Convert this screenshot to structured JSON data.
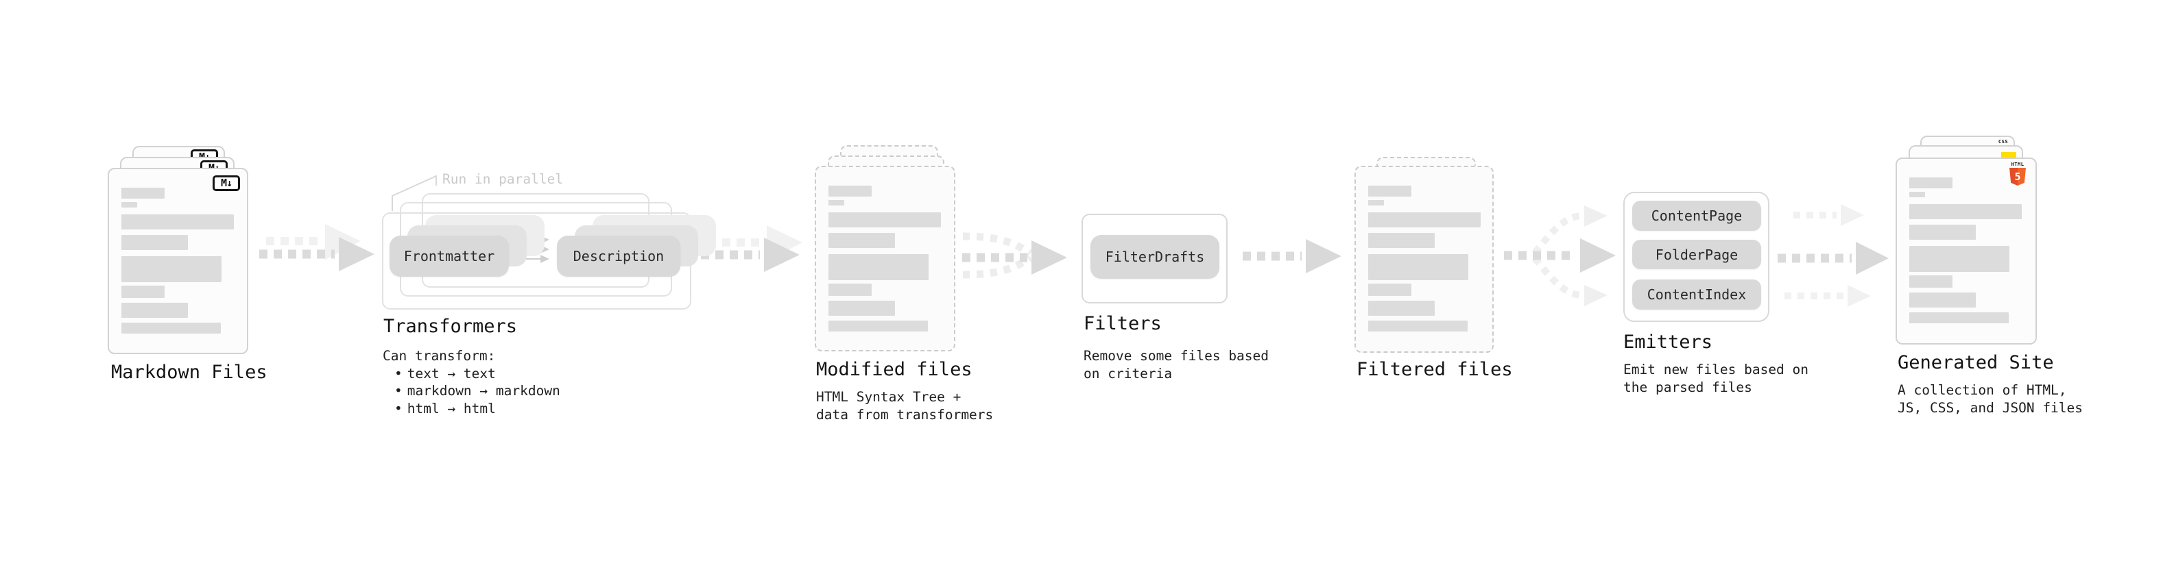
{
  "ui": {
    "bullet": "•"
  },
  "colors": {
    "html5_orange": "#e44d26",
    "html5_orange_light": "#f16529",
    "js_yellow": "#ffdd00",
    "css_blue": "#2965f1",
    "arrow_gray": "#dbdbdb",
    "arrow_light": "#f1f1f1",
    "pill_gray": "#d9d9d9",
    "bar_gray": "#dcdcdc",
    "note_gray": "#c9c9c9"
  },
  "stages": {
    "markdown": {
      "title": "Markdown Files",
      "badge": "M↓"
    },
    "transformers": {
      "title": "Transformers",
      "note": "Run in parallel",
      "pills": [
        "Frontmatter",
        "Description"
      ],
      "desc_heading": "Can transform:",
      "bullets": [
        "text → text",
        "markdown → markdown",
        "html → html"
      ]
    },
    "modified": {
      "title": "Modified files",
      "desc": [
        "HTML Syntax Tree +",
        "data from transformers"
      ]
    },
    "filters": {
      "title": "Filters",
      "pill": "FilterDrafts",
      "desc": [
        "Remove some files based",
        "on criteria"
      ]
    },
    "filtered": {
      "title": "Filtered files"
    },
    "emitters": {
      "title": "Emitters",
      "pills": [
        "ContentPage",
        "FolderPage",
        "ContentIndex"
      ],
      "desc": [
        "Emit new files based on",
        "the parsed files"
      ]
    },
    "generated": {
      "title": "Generated Site",
      "desc": [
        "A collection of HTML,",
        "JS, CSS, and JSON files"
      ],
      "badges": {
        "html_label": "HTML",
        "html_number": "5",
        "css_label": "CSS"
      }
    }
  }
}
